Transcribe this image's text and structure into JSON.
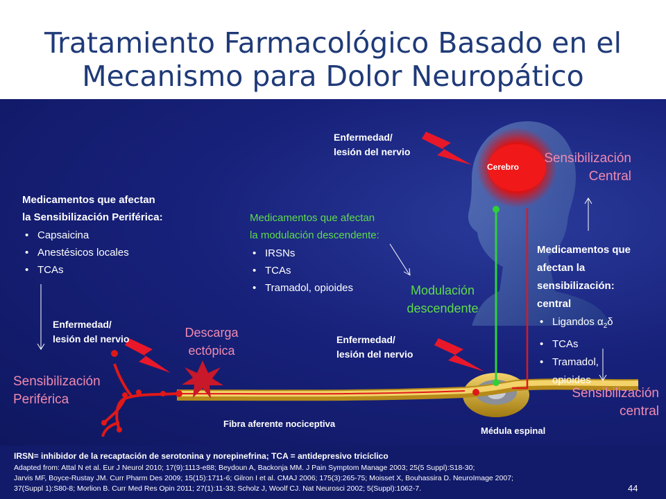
{
  "title": {
    "line1": "Tratamiento Farmacológico Basado en el",
    "line2": "Mecanismo para Dolor Neuropático"
  },
  "labels": {
    "injury_top": [
      "Enfermedad/",
      "lesión del nervio"
    ],
    "injury_left": [
      "Enfermedad/",
      "lesión del nervio"
    ],
    "injury_mid": [
      "Enfermedad/",
      "lesión del nervio"
    ],
    "brain": "Cerebro",
    "central_sens_top": [
      "Sensibilización",
      "Central"
    ],
    "peripheral_sens": [
      "Sensibilización",
      "Periférica"
    ],
    "central_sens_bottom": [
      "Sensibilización",
      "central"
    ],
    "ectopic": [
      "Descarga",
      "ectópica"
    ],
    "descending": [
      "Modulación",
      "descendente"
    ],
    "fiber": "Fibra aferente nociceptiva",
    "spinal_cord": "Médula espinal"
  },
  "drug_groups": {
    "peripheral": {
      "heading": [
        "Medicamentos que afectan",
        "la Sensibilización Periférica:"
      ],
      "items": [
        "Capsaicina",
        "Anestésicos locales",
        "TCAs"
      ]
    },
    "descending": {
      "heading": [
        "Medicamentos que afectan",
        "la modulación descendente:"
      ],
      "items": [
        "IRSNs",
        "TCAs",
        "Tramadol, opioides"
      ]
    },
    "central": {
      "heading": [
        "Medicamentos que",
        "afectan la",
        "sensibilización:",
        "central"
      ],
      "item1_base": "Ligandos α",
      "item1_sub": "2",
      "item1_tail": "δ",
      "items": [
        "TCAs",
        "Tramadol,",
        "opioides"
      ]
    }
  },
  "footer": {
    "abbrev": "IRSN= inhibidor de la recaptación de serotonina y norepinefrina; TCA = antidepresivo tricíclico",
    "ref1": "Adapted from: Attal N et al. Eur J Neurol 2010; 17(9):1113-e88; Beydoun A, Backonja MM. J Pain Symptom Manage 2003; 25(5 Suppl):S18-30;",
    "ref2": "Jarvis MF, Boyce-Rustay JM. Curr Pharm Des 2009; 15(15):1711-6; Gilron I et al. CMAJ 2006; 175(3):265-75; Moisset X, Bouhassira D. NeuroImage 2007;",
    "ref3": "37(Suppl 1):S80-8; Morlion B. Curr Med Res Opin 2011; 27(1):11-33; Scholz J, Woolf CJ. Nat Neurosci 2002; 5(Suppl):1062-7.",
    "page": "44"
  },
  "colors": {
    "title": "#1f3a78",
    "panel": "#17217a",
    "pink": "#f08ab0",
    "green": "#5fdc4a",
    "bolt": "#e8182a",
    "nerve": "#d4aa2a"
  }
}
